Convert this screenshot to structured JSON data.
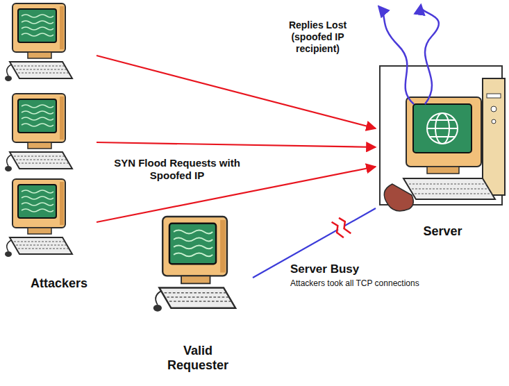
{
  "diagram": {
    "nodes": [
      {
        "text": [
          "Attackers"
        ]
      },
      {
        "text": [
          "Server"
        ]
      },
      {
        "text": [
          "Valid Requester"
        ]
      }
    ],
    "edges": [
      {
        "from": 0,
        "to": 1,
        "arrow": "to"
      },
      {
        "from": 0,
        "to": 1,
        "arrow": "to"
      },
      {
        "from": 0,
        "to": 1,
        "arrow": "to"
      },
      {
        "from": 2,
        "to": 1,
        "arrow": "none"
      }
    ],
    "labels": [
      "SYN Flood Requests with Spoofed IP",
      "Replies Lost (spoofed IP recipient)",
      "Server Busy",
      "Attackers took all TCP connections"
    ]
  }
}
